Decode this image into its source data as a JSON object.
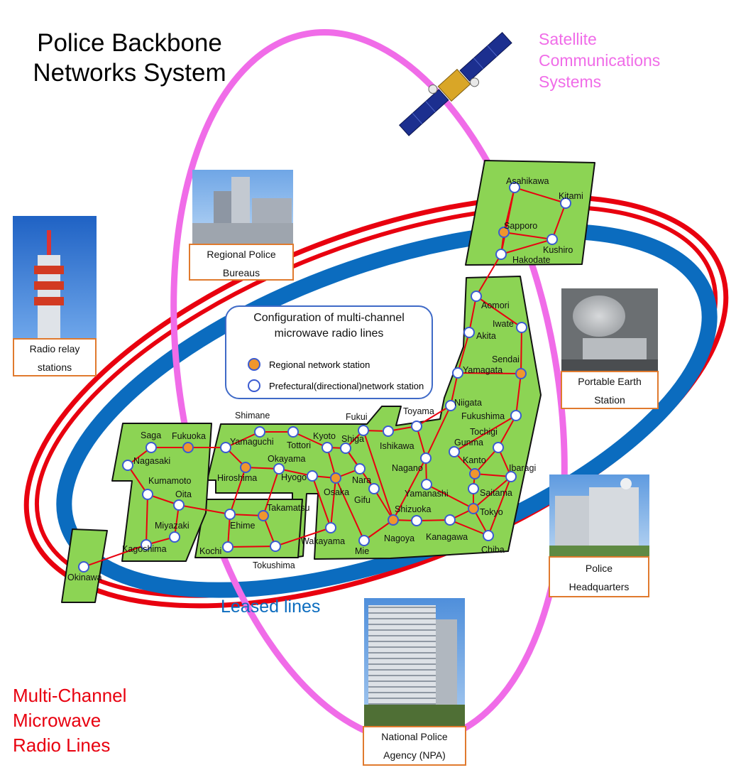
{
  "title": [
    "Police Backbone",
    "Networks System"
  ],
  "satellite_label": [
    "Satellite",
    "Communications",
    "Systems"
  ],
  "leased_label": "Leased lines",
  "microwave_label": [
    "Multi-Channel",
    "Microwave",
    "Radio Lines"
  ],
  "legend": {
    "title": [
      "Configuration of multi-channel",
      "microwave radio lines"
    ],
    "regional": "Regional network station",
    "prefectural": "Prefectural(directional)network station"
  },
  "captions": {
    "regional_bureaus": [
      "Regional Police",
      "Bureaus"
    ],
    "radio_relay": [
      "Radio relay",
      "stations"
    ],
    "portable_earth": [
      "Portable Earth",
      "Station"
    ],
    "police_hq": [
      "Police",
      "Headquarters"
    ],
    "npa": [
      "National Police",
      "Agency (NPA)"
    ]
  },
  "colors": {
    "satellite": "#f06ce8",
    "leased": "#0b6cbf",
    "microwave": "#e8000f",
    "land": "#8cd454",
    "regional_station": "#f0962d",
    "prefectural_station": "#ffffff",
    "station_stroke": "#3a5bd1",
    "caption_border": "#e07a2e"
  },
  "stations": [
    {
      "id": "asahikawa",
      "label": "Asahikawa",
      "type": "prefectural"
    },
    {
      "id": "kitami",
      "label": "Kitami",
      "type": "prefectural"
    },
    {
      "id": "sapporo",
      "label": "Sapporo",
      "type": "regional"
    },
    {
      "id": "kushiro",
      "label": "Kushiro",
      "type": "prefectural"
    },
    {
      "id": "hakodate",
      "label": "Hakodate",
      "type": "prefectural"
    },
    {
      "id": "aomori",
      "label": "Aomori",
      "type": "prefectural"
    },
    {
      "id": "iwate",
      "label": "Iwate",
      "type": "prefectural"
    },
    {
      "id": "akita",
      "label": "Akita",
      "type": "prefectural"
    },
    {
      "id": "sendai",
      "label": "Sendai",
      "type": "regional"
    },
    {
      "id": "yamagata",
      "label": "Yamagata",
      "type": "prefectural"
    },
    {
      "id": "niigata",
      "label": "Niigata",
      "type": "prefectural"
    },
    {
      "id": "fukushima",
      "label": "Fukushima",
      "type": "prefectural"
    },
    {
      "id": "toyama",
      "label": "Toyama",
      "type": "prefectural"
    },
    {
      "id": "fukui",
      "label": "Fukui",
      "type": "prefectural"
    },
    {
      "id": "ishikawa",
      "label": "Ishikawa",
      "type": "prefectural"
    },
    {
      "id": "tochigi",
      "label": "Tochigi",
      "type": "prefectural"
    },
    {
      "id": "gunma",
      "label": "Gunma",
      "type": "prefectural"
    },
    {
      "id": "nagano",
      "label": "Nagano",
      "type": "prefectural"
    },
    {
      "id": "kanto",
      "label": "Kanto",
      "type": "regional"
    },
    {
      "id": "ibaragi",
      "label": "Ibaragi",
      "type": "prefectural"
    },
    {
      "id": "saitama",
      "label": "Saitama",
      "type": "prefectural"
    },
    {
      "id": "yamanashi",
      "label": "Yamanashi",
      "type": "prefectural"
    },
    {
      "id": "tokyo",
      "label": "Tokyo",
      "type": "regional"
    },
    {
      "id": "shizuoka",
      "label": "Shizuoka",
      "type": "prefectural"
    },
    {
      "id": "nagoya",
      "label": "Nagoya",
      "type": "regional"
    },
    {
      "id": "kanagawa",
      "label": "Kanagawa",
      "type": "prefectural"
    },
    {
      "id": "chiba",
      "label": "Chiba",
      "type": "prefectural"
    },
    {
      "id": "gifu",
      "label": "Gifu",
      "type": "prefectural"
    },
    {
      "id": "mie",
      "label": "Mie",
      "type": "prefectural"
    },
    {
      "id": "shiga",
      "label": "Shiga",
      "type": "prefectural"
    },
    {
      "id": "kyoto",
      "label": "Kyoto",
      "type": "prefectural"
    },
    {
      "id": "nara",
      "label": "Nara",
      "type": "prefectural"
    },
    {
      "id": "osaka",
      "label": "Osaka",
      "type": "regional"
    },
    {
      "id": "wakayama",
      "label": "Wakayama",
      "type": "prefectural"
    },
    {
      "id": "hyogo",
      "label": "Hyogo",
      "type": "prefectural"
    },
    {
      "id": "tottori",
      "label": "Tottori",
      "type": "prefectural"
    },
    {
      "id": "shimane",
      "label": "Shimane",
      "type": "prefectural"
    },
    {
      "id": "okayama",
      "label": "Okayama",
      "type": "prefectural"
    },
    {
      "id": "hiroshima",
      "label": "Hiroshima",
      "type": "regional"
    },
    {
      "id": "yamaguchi",
      "label": "Yamaguchi",
      "type": "prefectural"
    },
    {
      "id": "takamatsu",
      "label": "Takamatsu",
      "type": "regional"
    },
    {
      "id": "ehime",
      "label": "Ehime",
      "type": "prefectural"
    },
    {
      "id": "kochi",
      "label": "Kochi",
      "type": "prefectural"
    },
    {
      "id": "tokushima",
      "label": "Tokushima",
      "type": "prefectural"
    },
    {
      "id": "fukuoka",
      "label": "Fukuoka",
      "type": "regional"
    },
    {
      "id": "saga",
      "label": "Saga",
      "type": "prefectural"
    },
    {
      "id": "nagasaki",
      "label": "Nagasaki",
      "type": "prefectural"
    },
    {
      "id": "kumamoto",
      "label": "Kumamoto",
      "type": "prefectural"
    },
    {
      "id": "oita",
      "label": "Oita",
      "type": "prefectural"
    },
    {
      "id": "miyazaki",
      "label": "Miyazaki",
      "type": "prefectural"
    },
    {
      "id": "kagoshima",
      "label": "Kagoshima",
      "type": "prefectural"
    },
    {
      "id": "okinawa",
      "label": "Okinawa",
      "type": "prefectural"
    }
  ],
  "links": [
    [
      "asahikawa",
      "kitami"
    ],
    [
      "asahikawa",
      "sapporo"
    ],
    [
      "kitami",
      "kushiro"
    ],
    [
      "sapporo",
      "kushiro"
    ],
    [
      "sapporo",
      "hakodate"
    ],
    [
      "kushiro",
      "hakodate"
    ],
    [
      "asahikawa",
      "hakodate"
    ],
    [
      "hakodate",
      "aomori"
    ],
    [
      "aomori",
      "iwate"
    ],
    [
      "aomori",
      "akita"
    ],
    [
      "iwate",
      "sendai"
    ],
    [
      "akita",
      "yamagata"
    ],
    [
      "yamagata",
      "sendai"
    ],
    [
      "yamagata",
      "niigata"
    ],
    [
      "sendai",
      "fukushima"
    ],
    [
      "niigata",
      "toyama"
    ],
    [
      "niigata",
      "nagano"
    ],
    [
      "fukushima",
      "tochigi"
    ],
    [
      "fukushima",
      "gunma"
    ],
    [
      "toyama",
      "ishikawa"
    ],
    [
      "ishikawa",
      "fukui"
    ],
    [
      "toyama",
      "nagano"
    ],
    [
      "tochigi",
      "ibaragi"
    ],
    [
      "tochigi",
      "kanto"
    ],
    [
      "gunma",
      "kanto"
    ],
    [
      "kanto",
      "saitama"
    ],
    [
      "kanto",
      "ibaragi"
    ],
    [
      "saitama",
      "tokyo"
    ],
    [
      "ibaragi",
      "tokyo"
    ],
    [
      "ibaragi",
      "chiba"
    ],
    [
      "tokyo",
      "kanagawa"
    ],
    [
      "tokyo",
      "chiba"
    ],
    [
      "kanagawa",
      "chiba"
    ],
    [
      "kanagawa",
      "shizuoka"
    ],
    [
      "nagano",
      "yamanashi"
    ],
    [
      "yamanashi",
      "tokyo"
    ],
    [
      "nagano",
      "nagoya"
    ],
    [
      "shizuoka",
      "nagoya"
    ],
    [
      "nagoya",
      "mie"
    ],
    [
      "nagoya",
      "gifu"
    ],
    [
      "nagoya",
      "fukui"
    ],
    [
      "gifu",
      "shiga"
    ],
    [
      "fukui",
      "shiga"
    ],
    [
      "shiga",
      "kyoto"
    ],
    [
      "kyoto",
      "tottori"
    ],
    [
      "kyoto",
      "osaka"
    ],
    [
      "shiga",
      "nara"
    ],
    [
      "nara",
      "osaka"
    ],
    [
      "osaka",
      "wakayama"
    ],
    [
      "osaka",
      "mie"
    ],
    [
      "osaka",
      "hyogo"
    ],
    [
      "hyogo",
      "okayama"
    ],
    [
      "tottori",
      "shimane"
    ],
    [
      "shimane",
      "yamaguchi"
    ],
    [
      "okayama",
      "hiroshima"
    ],
    [
      "hiroshima",
      "yamaguchi"
    ],
    [
      "yamaguchi",
      "fukuoka"
    ],
    [
      "hiroshima",
      "ehime"
    ],
    [
      "ehime",
      "takamatsu"
    ],
    [
      "takamatsu",
      "tokushima"
    ],
    [
      "okayama",
      "takamatsu"
    ],
    [
      "ehime",
      "kochi"
    ],
    [
      "kochi",
      "tokushima"
    ],
    [
      "tokushima",
      "wakayama"
    ],
    [
      "oita",
      "ehime"
    ],
    [
      "fukuoka",
      "saga"
    ],
    [
      "saga",
      "nagasaki"
    ],
    [
      "nagasaki",
      "kumamoto"
    ],
    [
      "kumamoto",
      "oita"
    ],
    [
      "kumamoto",
      "kagoshima"
    ],
    [
      "oita",
      "miyazaki"
    ],
    [
      "miyazaki",
      "kagoshima"
    ],
    [
      "kagoshima",
      "okinawa"
    ],
    [
      "hyogo",
      "wakayama"
    ]
  ]
}
